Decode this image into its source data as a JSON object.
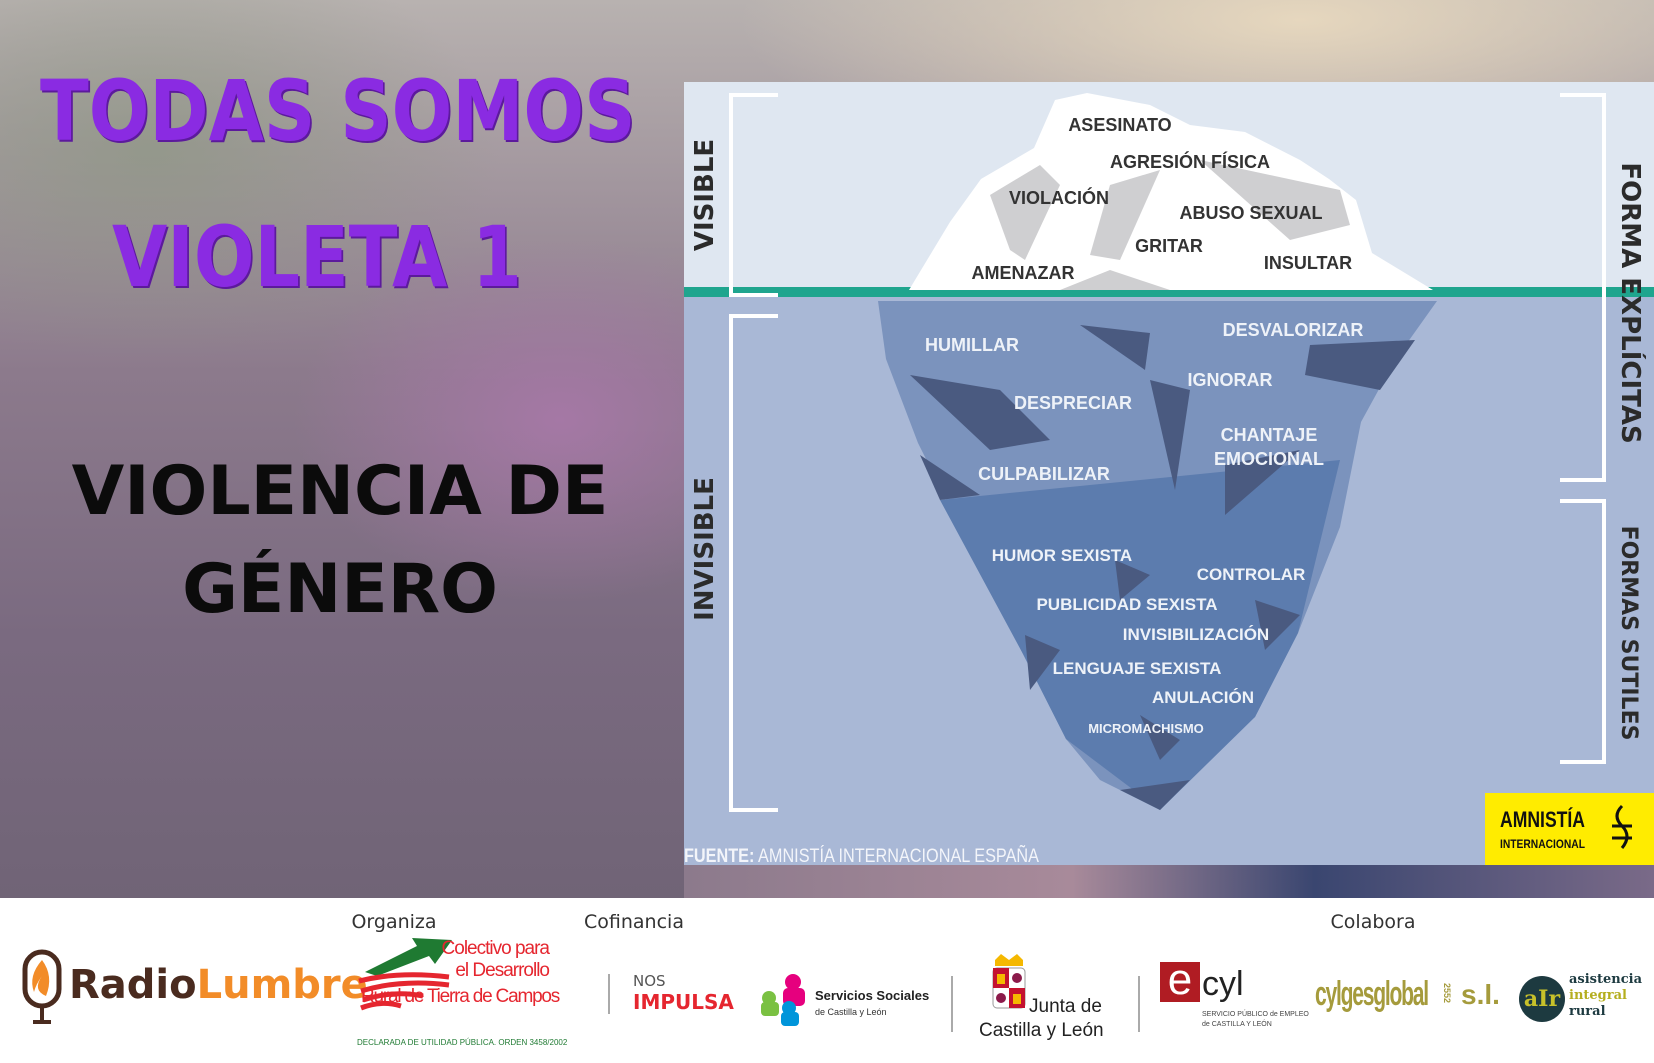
{
  "title": {
    "line1": "TODAS SOMOS",
    "line2": "VIOLETA 1"
  },
  "subtitle": {
    "line1": "VIOLENCIA DE",
    "line2": "GÉNERO"
  },
  "iceberg": {
    "side_left": {
      "visible": "VISIBLE",
      "invisible": "INVISIBLE"
    },
    "side_right": {
      "explicit": "FORMA EXPLÍCITAS",
      "subtle": "FORMAS SUTILES"
    },
    "visible_items": [
      "ASESINATO",
      "AGRESIÓN FÍSICA",
      "VIOLACIÓN",
      "ABUSO SEXUAL",
      "GRITAR",
      "INSULTAR",
      "AMENAZAR"
    ],
    "invisible_items": [
      "HUMILLAR",
      "DESVALORIZAR",
      "IGNORAR",
      "DESPRECIAR",
      "CHANTAJE",
      "EMOCIONAL",
      "CULPABILIZAR",
      "HUMOR SEXISTA",
      "CONTROLAR",
      "PUBLICIDAD SEXISTA",
      "INVISIBILIZACIÓN",
      "LENGUAJE SEXISTA",
      "ANULACIÓN",
      "MICROMACHISMO"
    ],
    "source_label": "FUENTE:",
    "source_value": " AMNISTÍA INTERNACIONAL ESPAÑA",
    "logo": {
      "line1": "AMNISTÍA",
      "line2": "INTERNACIONAL"
    }
  },
  "footer": {
    "organiza": "Organiza",
    "cofinancia": "Cofinancia",
    "colabora": "Colabora",
    "radio": {
      "part1": "Radio",
      "part2": "Lumbre"
    },
    "colectivo": {
      "line1": "Colectivo para",
      "line2": "el Desarrollo",
      "line3": "Rural de Tierra de Campos",
      "line4": "DECLARADA DE UTILIDAD PÚBLICA. ORDEN 3458/2002"
    },
    "nos_impulsa": {
      "line1": "NOS",
      "line2": "IMPULSA"
    },
    "servicios": {
      "line1": "Servicios Sociales",
      "line2": "de Castilla y León"
    },
    "junta": {
      "line1": "Junta de",
      "line2": "Castilla y León"
    },
    "ecyl": {
      "mark": "e",
      "name": "cyl",
      "line1": "SERVICIO PÚBLICO de EMPLEO",
      "line2": "de CASTILLA Y LEÓN"
    },
    "cylges": {
      "name": "cylgesglobal",
      "num": "2552",
      "suffix": "s.l."
    },
    "asistencia": {
      "mark": "aIr",
      "line1": "asistencia",
      "line2": "integral",
      "line3": "rural"
    }
  },
  "colors": {
    "purple": "#8a2be2",
    "water": "#a9b8d6",
    "sky": "#dfe7f1",
    "waterline": "#1fa58e",
    "amnesty": "#ffec00"
  }
}
